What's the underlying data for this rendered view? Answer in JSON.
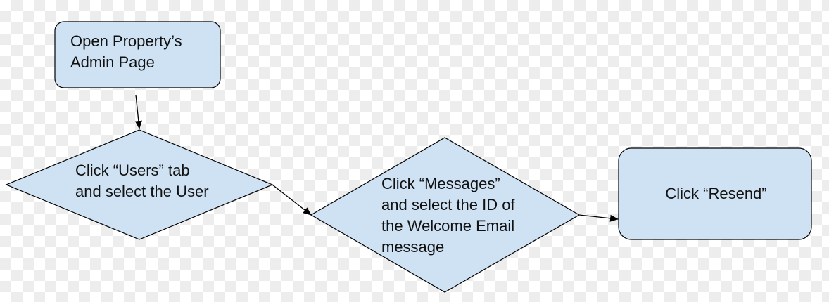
{
  "diagram": {
    "nodes": [
      {
        "id": "open-admin",
        "shape": "rounded-rect",
        "lines": [
          "Open Property’s",
          "Admin Page"
        ]
      },
      {
        "id": "click-users",
        "shape": "diamond",
        "lines": [
          "Click “Users” tab",
          "and select the User"
        ]
      },
      {
        "id": "click-messages",
        "shape": "diamond",
        "lines": [
          "Click “Messages”",
          "and select the ID of",
          "the Welcome Email",
          "message"
        ]
      },
      {
        "id": "click-resend",
        "shape": "rounded-rect",
        "lines": [
          "Click “Resend”"
        ]
      }
    ],
    "edges": [
      {
        "from": "open-admin",
        "to": "click-users"
      },
      {
        "from": "click-users",
        "to": "click-messages"
      },
      {
        "from": "click-messages",
        "to": "click-resend"
      }
    ],
    "colors": {
      "node_fill": "#cfe2f3",
      "stroke": "#000000",
      "text": "#111111"
    }
  }
}
